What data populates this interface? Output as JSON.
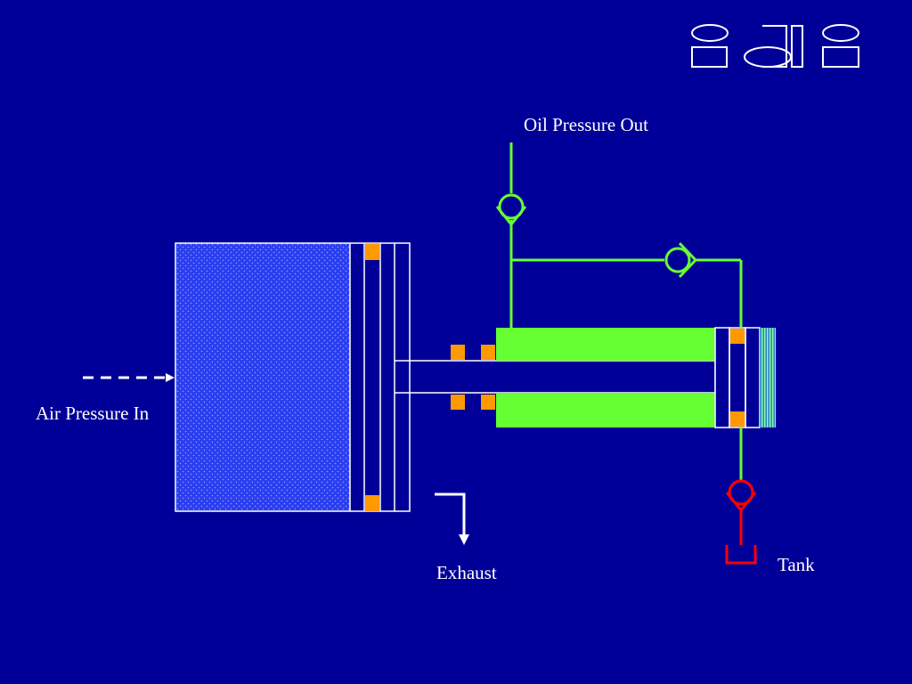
{
  "labels": {
    "oil_pressure_out": "Oil Pressure Out",
    "air_pressure_in": "Air Pressure In",
    "exhaust": "Exhaust",
    "tank": "Tank"
  },
  "colors": {
    "background": "#000099",
    "air_chamber": "#2b3ef0",
    "oil": "#66ff33",
    "seal": "#ff9900",
    "return_line": "#ff0000",
    "outline": "#ffffff"
  },
  "icons": [
    "logo-icon",
    "check-valve-icon",
    "arrow-icon",
    "tank-icon"
  ]
}
